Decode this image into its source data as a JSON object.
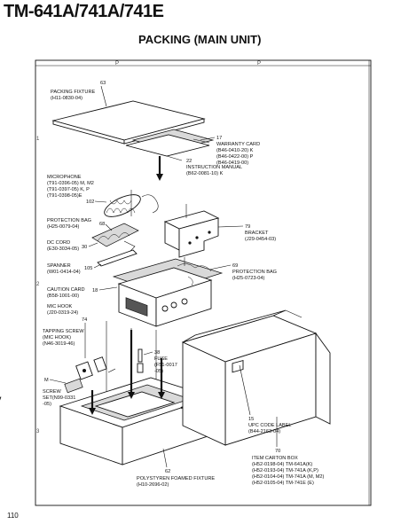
{
  "header": {
    "model": "TM-641A/741A/741E",
    "title": "PACKING (MAIN UNIT)"
  },
  "page_number": "110",
  "frame": {
    "top_letters": [
      "P",
      "P"
    ],
    "row_numbers": [
      "1",
      "2",
      "3"
    ]
  },
  "parts": {
    "packing_fixture": {
      "ref": "63",
      "lines": [
        "PACKING FIXTURE",
        "(H11-0830-04)"
      ]
    },
    "warranty_card": {
      "ref": "17",
      "lines": [
        "WARRANTY CARD",
        "(B46-0410-20) K",
        "(B46-0422-00) P",
        "(B46-0419-00)"
      ]
    },
    "instruction_manual": {
      "ref": "22",
      "lines": [
        "INSTRUCTION MANUAL",
        "(B62-0081-10) K"
      ]
    },
    "microphone": {
      "ref": "102",
      "lines": [
        "MICROPHONE",
        "(T91-0396-05) M, M2",
        "(T91-0397-05) K, P",
        "(T91-0398-05)E"
      ]
    },
    "protection_bag_left": {
      "ref": "68",
      "lines": [
        "PROTECTION BAG",
        "(H25-0079-04)"
      ]
    },
    "bracket": {
      "ref": "79",
      "lines": [
        "BRACKET",
        "(J29-0454-03)"
      ]
    },
    "dc_cord": {
      "ref": "30",
      "lines": [
        "DC CORD",
        "(E30-3034-05)"
      ]
    },
    "spanner": {
      "ref": "105",
      "lines": [
        "SPANNER",
        "(W01-0414-04)"
      ]
    },
    "protection_bag_right": {
      "ref": "69",
      "lines": [
        "PROTECTION BAG",
        "(H25-0723-04)"
      ]
    },
    "caution_card": {
      "ref": "18",
      "lines": [
        "CAUTION CARD",
        "(B58-1001-00)"
      ]
    },
    "mic_hook": {
      "ref": "",
      "lines": [
        "MIC HOOK",
        "(J20-0319-24)"
      ]
    },
    "tapping_screw": {
      "ref": "74",
      "lines": [
        "TAPPING SCREW",
        "(MIC HOOK)",
        "(N46-3019-46)"
      ]
    },
    "fuse": {
      "ref": "38",
      "lines": [
        "FUSE",
        "(F51-0017",
        "-05)"
      ]
    },
    "m_marker": {
      "lines": [
        "M"
      ]
    },
    "screw_set": {
      "ref": "",
      "lines": [
        "SCREW",
        "SET(N99-0331",
        "-05)"
      ]
    },
    "upc_code_label": {
      "ref": "15",
      "lines": [
        "UPC CODE LABEL",
        "(B44-2163-04)"
      ]
    },
    "item_carton_box": {
      "ref": "70",
      "lines": [
        "ITEM CARTON BOX",
        "(H52-0198-04) TM-641A(K)",
        "(H52-0193-04) TM-741A (K,P)",
        "(H52-0104-04) TM-741A (M, M2)",
        "(H52-0105-04) TM-741E (E)"
      ]
    },
    "polystyren_foamed_fixture": {
      "ref": "62",
      "lines": [
        "POLYSTYREN FOAMED FIXTURE",
        "(H10-2696-02)"
      ]
    }
  }
}
